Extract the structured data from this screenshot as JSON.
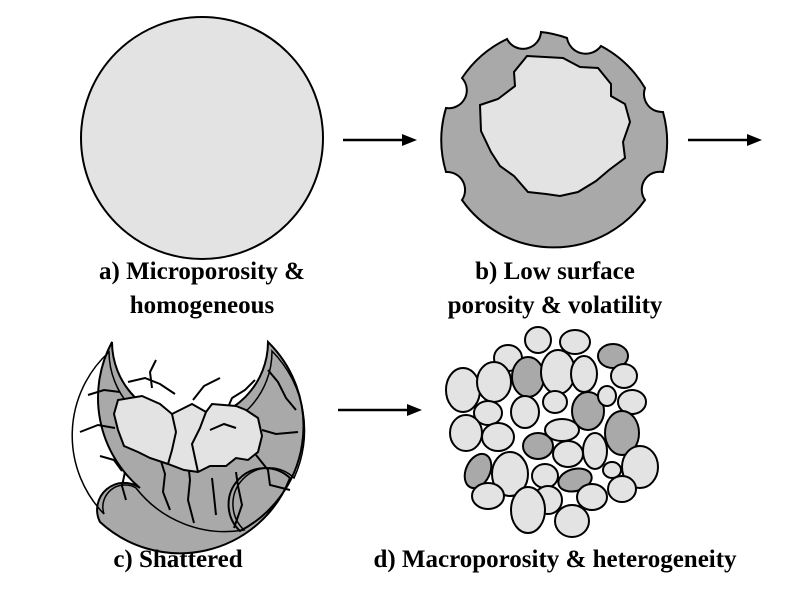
{
  "stages": [
    {
      "id": "a",
      "caption_lines": [
        "a) Microporosity &",
        "homogeneous"
      ]
    },
    {
      "id": "b",
      "caption_lines": [
        "b) Low surface",
        "porosity & volatility"
      ]
    },
    {
      "id": "c",
      "caption_lines": [
        "c) Shattered"
      ]
    },
    {
      "id": "d",
      "caption_lines": [
        "d) Macroporosity & heterogeneity"
      ]
    }
  ],
  "colors": {
    "light_fill": "#e3e3e3",
    "dark_fill": "#a9a9a9",
    "outline": "#000000"
  }
}
